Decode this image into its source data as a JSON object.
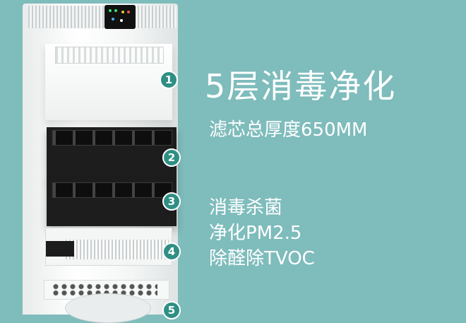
{
  "headline": "5层消毒净化",
  "subheadline": "滤芯总厚度650MM",
  "badges": [
    "1",
    "2",
    "3",
    "4",
    "5"
  ],
  "features": [
    "消毒杀菌",
    "净化PM2.5",
    "除醛除TVOC"
  ],
  "colors": {
    "background": "#7fbcbc",
    "badge": "#2f8f84",
    "text": "#ffffff"
  }
}
